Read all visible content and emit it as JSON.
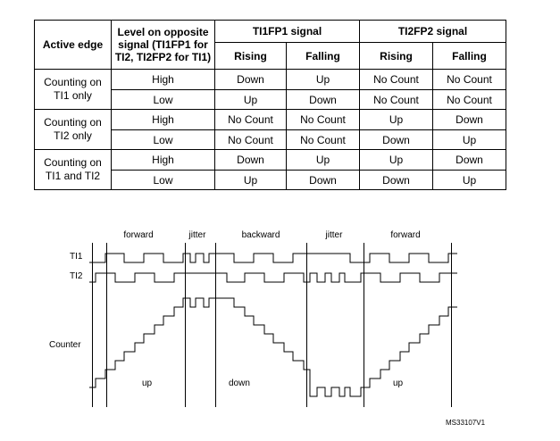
{
  "table": {
    "header": {
      "active_edge": "Active edge",
      "level_opposite": "Level on opposite signal (TI1FP1 for TI2, TI2FP2 for TI1)",
      "ti1fp1": "TI1FP1 signal",
      "ti2fp2": "TI2FP2 signal",
      "rising": "Rising",
      "falling": "Falling"
    },
    "groups": [
      {
        "label": "Counting on TI1 only",
        "rows": [
          {
            "level": "High",
            "ti1_rising": "Down",
            "ti1_falling": "Up",
            "ti2_rising": "No Count",
            "ti2_falling": "No Count"
          },
          {
            "level": "Low",
            "ti1_rising": "Up",
            "ti1_falling": "Down",
            "ti2_rising": "No Count",
            "ti2_falling": "No Count"
          }
        ]
      },
      {
        "label": "Counting on TI2 only",
        "rows": [
          {
            "level": "High",
            "ti1_rising": "No Count",
            "ti1_falling": "No Count",
            "ti2_rising": "Up",
            "ti2_falling": "Down"
          },
          {
            "level": "Low",
            "ti1_rising": "No Count",
            "ti1_falling": "No Count",
            "ti2_rising": "Down",
            "ti2_falling": "Up"
          }
        ]
      },
      {
        "label": "Counting on TI1 and TI2",
        "rows": [
          {
            "level": "High",
            "ti1_rising": "Down",
            "ti1_falling": "Up",
            "ti2_rising": "Up",
            "ti2_falling": "Down"
          },
          {
            "level": "Low",
            "ti1_rising": "Up",
            "ti1_falling": "Down",
            "ti2_rising": "Down",
            "ti2_falling": "Up"
          }
        ]
      }
    ]
  },
  "diagram": {
    "phases": [
      "forward",
      "jitter",
      "backward",
      "jitter",
      "forward"
    ],
    "signals": [
      "TI1",
      "TI2"
    ],
    "counter_label": "Counter",
    "direction_labels": [
      "up",
      "down",
      "up"
    ],
    "figure_id": "MS33107V1"
  }
}
